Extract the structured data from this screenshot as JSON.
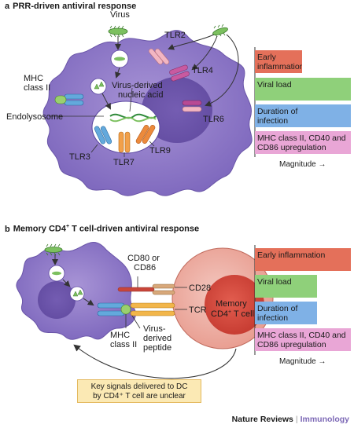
{
  "panel_a": {
    "letter": "a",
    "title": "PRR-driven antiviral response",
    "labels": {
      "virus": "Virus",
      "tlr2": "TLR2",
      "tlr4": "TLR4",
      "tlr6": "TLR6",
      "mhc_line1": "MHC",
      "mhc_line2": "class II",
      "nucleic_line1": "Virus-derived",
      "nucleic_line2": "nucleic acid",
      "endolysosome": "Endolysosome",
      "tlr3": "TLR3",
      "tlr7": "TLR7",
      "tlr9": "TLR9"
    },
    "bars": [
      {
        "label_line1": "Early",
        "label_line2": "inflammation",
        "magnitude": 0.49,
        "color": "#e4705a"
      },
      {
        "label_line1": "Viral load",
        "label_line2": "",
        "magnitude": 1.0,
        "color": "#8fd07a"
      },
      {
        "label_line1": "Duration of",
        "label_line2": "infection",
        "magnitude": 1.0,
        "color": "#7fb1e6"
      },
      {
        "label_line1": "MHC class II, CD40 and",
        "label_line2": "CD86 upregulation",
        "magnitude": 1.0,
        "color": "#e9a6d6"
      }
    ],
    "magnitude_label": "Magnitude →"
  },
  "panel_b": {
    "letter": "b",
    "title_prefix": "Memory CD4",
    "title_sup": "+",
    "title_suffix": " T cell-driven antiviral response",
    "labels": {
      "cd80_line1": "CD80 or",
      "cd80_line2": "CD86",
      "cd28": "CD28",
      "tcr": "TCR",
      "memory_line1": "Memory",
      "memory_line2_prefix": "CD4",
      "memory_line2_sup": "+",
      "memory_line2_suffix": " T cell",
      "mhc_line1": "MHC",
      "mhc_line2": "class II",
      "peptide_line1": "Virus-",
      "peptide_line2": "derived",
      "peptide_line3": "peptide"
    },
    "note_line1": "Key signals delivered to DC",
    "note_line2": "by CD4⁺ T cell are unclear",
    "bars": [
      {
        "label_line1": "Early inflammation",
        "label_line2": "",
        "magnitude": 1.0,
        "color": "#e4705a"
      },
      {
        "label_line1": "Viral load",
        "label_line2": "",
        "magnitude": 0.65,
        "color": "#8fd07a"
      },
      {
        "label_line1": "Duration of",
        "label_line2": "infection",
        "magnitude": 0.65,
        "color": "#7fb1e6"
      },
      {
        "label_line1": "MHC class II, CD40 and",
        "label_line2": "CD86 upregulation",
        "magnitude": 1.0,
        "color": "#e9a6d6"
      }
    ],
    "magnitude_label": "Magnitude →"
  },
  "footer": {
    "journal": "Nature Reviews",
    "separator": "|",
    "subject": "Immunology"
  }
}
